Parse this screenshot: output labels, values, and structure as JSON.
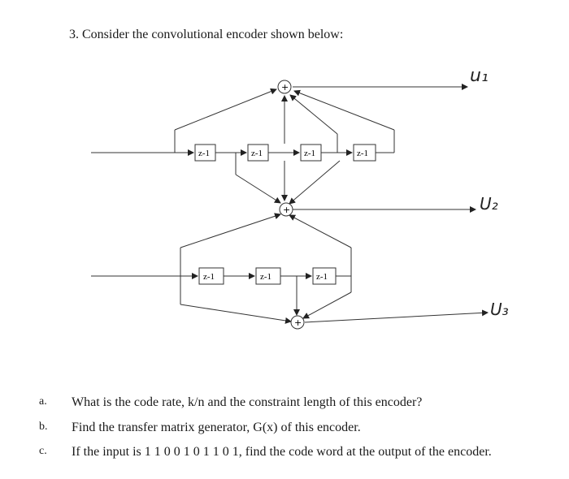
{
  "question": {
    "title": "3.  Consider the convolutional encoder shown below:"
  },
  "diagram": {
    "register_label": "z-1",
    "outputs": [
      "u1",
      "u2",
      "u3"
    ],
    "handwritten_output_labels": [
      "u₁",
      "U₂",
      "U₃"
    ],
    "adder_symbol": "+"
  },
  "parts": [
    {
      "label": "a.",
      "text": "What is the code rate, k/n and the constraint length of this encoder?"
    },
    {
      "label": "b.",
      "text": "Find the transfer matrix generator, G(x) of this encoder."
    },
    {
      "label": "c.",
      "text": "If the input is 1 1 0 0 1 0 1 1 0 1, find the code word at the output of the encoder."
    }
  ]
}
